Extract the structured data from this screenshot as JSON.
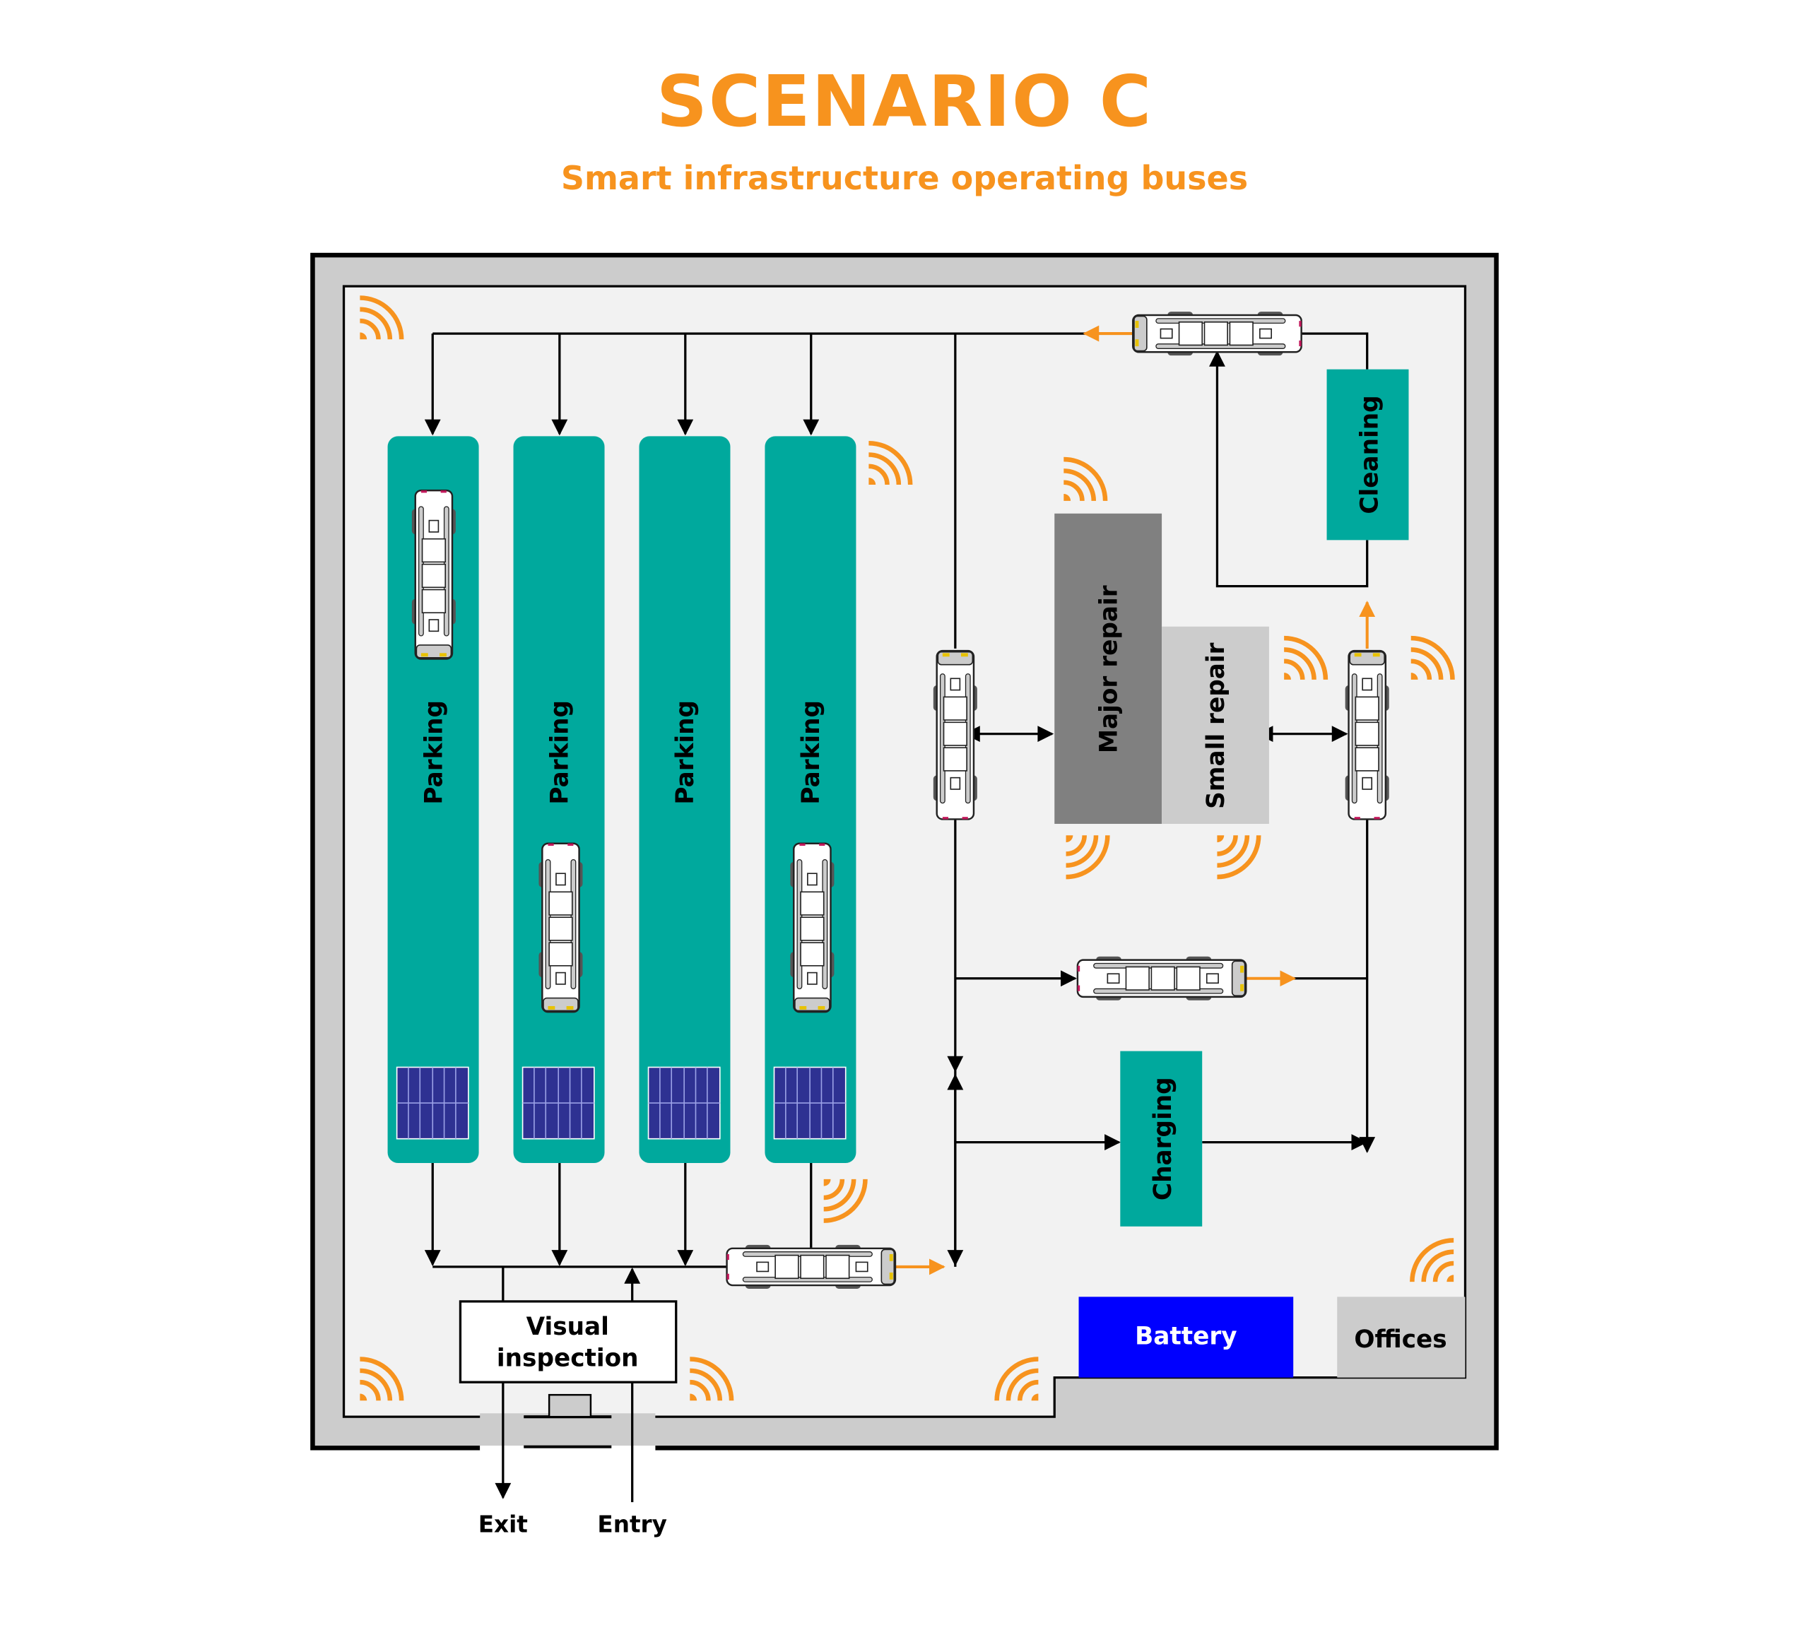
{
  "header": {
    "title": "SCENARIO C",
    "subtitle": "Smart infrastructure operating buses"
  },
  "colors": {
    "accent": "#F7931E",
    "zone_teal": "#00A99D",
    "major_repair": "#808080",
    "small_repair": "#CCCCCC",
    "battery": "#0000FF",
    "offices": "#CCCCCC",
    "wall": "#CCCCCC",
    "floor": "#F2F2F2",
    "solar_panel": "#2E3192"
  },
  "zones": {
    "parking": [
      "Parking",
      "Parking",
      "Parking",
      "Parking"
    ],
    "cleaning": "Cleaning",
    "major_repair": "Major repair",
    "small_repair": "Small repair",
    "charging": "Charging",
    "battery": "Battery",
    "offices": "Offices",
    "visual_inspection_line1": "Visual",
    "visual_inspection_line2": "inspection"
  },
  "gates": {
    "exit": "Exit",
    "entry": "Entry"
  },
  "icons": {
    "wireless_sensor": "wifi-signal-icon",
    "bus": "bus-topview-icon",
    "solar": "solar-panel-icon"
  }
}
